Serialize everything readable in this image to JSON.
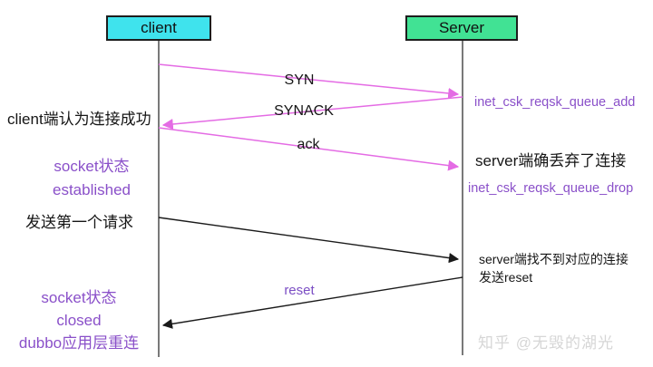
{
  "actors": {
    "client": "client",
    "server": "Server"
  },
  "messages": {
    "syn": "SYN",
    "synack": "SYNACK",
    "ack": "ack",
    "reset": "reset"
  },
  "left_notes": {
    "connect_success": "client端认为连接成功",
    "socket_state_established_line1": "socket状态",
    "socket_state_established_line2": "established",
    "send_first_request": "发送第一个请求",
    "socket_state_closed_line1": "socket状态",
    "socket_state_closed_line2": "closed",
    "socket_state_closed_line3": "dubbo应用层重连"
  },
  "right_notes": {
    "queue_add": "inet_csk_reqsk_queue_add",
    "server_dropped": "server端确丢弃了连接",
    "queue_drop": "inet_csk_reqsk_queue_drop",
    "server_not_found_line1": "server端找不到对应的连接",
    "server_not_found_line2": "发送reset"
  },
  "watermark": "知乎 @无毁的湖光",
  "colors": {
    "client_box_fill": "#3fe3ed",
    "server_box_fill": "#41e294",
    "box_border": "#1d1d1d",
    "magenta_arrow": "#e46be4",
    "black_arrow": "#1a1a1a",
    "purple_text": "#8a50c9",
    "lifeline": "#4d4d4d",
    "watermark_gray": "#d6d6d6"
  }
}
